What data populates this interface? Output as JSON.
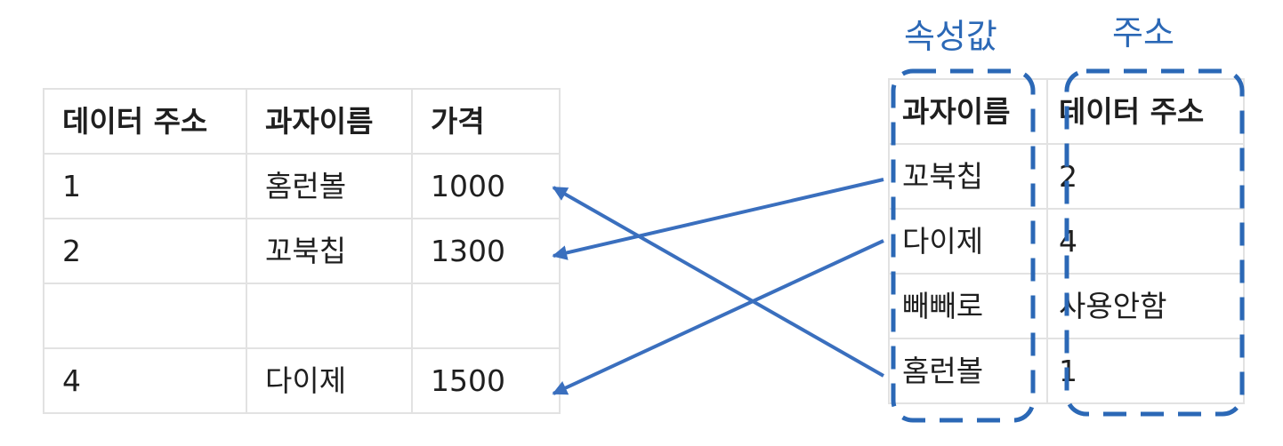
{
  "left_table": {
    "headers": [
      "데이터 주소",
      "과자이름",
      "가격"
    ],
    "rows": [
      [
        "1",
        "홈런볼",
        "1000"
      ],
      [
        "2",
        "꼬북칩",
        "1300"
      ],
      [
        "",
        "",
        ""
      ],
      [
        "4",
        "다이제",
        "1500"
      ]
    ]
  },
  "right_table": {
    "headers": [
      "과자이름",
      "데이터 주소"
    ],
    "rows": [
      [
        "꼬북칩",
        "2"
      ],
      [
        "다이제",
        "4"
      ],
      [
        "빼빼로",
        "사용안함"
      ],
      [
        "홈런볼",
        "1"
      ]
    ]
  },
  "labels": {
    "attribute": "속성값",
    "address": "주소"
  },
  "colors": {
    "accent": "#2b68b6",
    "arrow": "#3a6fbe",
    "border": "#e2e2e2"
  }
}
